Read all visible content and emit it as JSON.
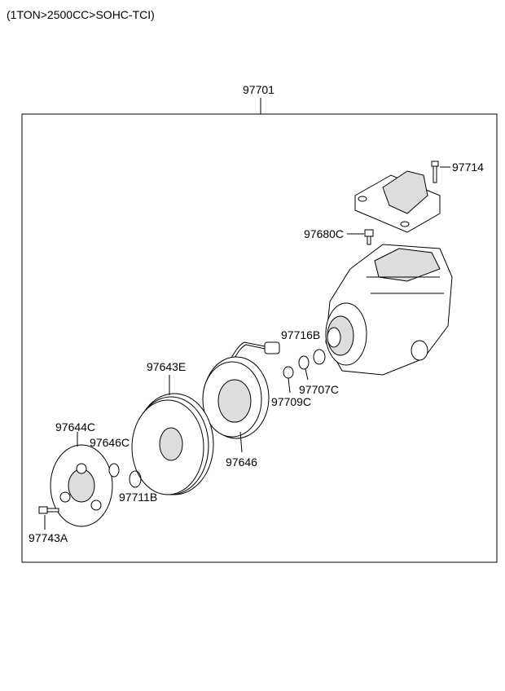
{
  "header": {
    "title": "(1TON>2500CC>SOHC-TCI)"
  },
  "parts": {
    "assembly": "97701",
    "bracket_bolt": "97714",
    "valve_cap": "97680C",
    "connector": "97716B",
    "pulley": "97643E",
    "snap_ring_a": "97707C",
    "shim": "97709C",
    "hub_plate": "97644C",
    "shim_hub": "97646C",
    "coil": "97646",
    "snap_ring_b": "97711B",
    "hub_bolt": "97743A"
  }
}
